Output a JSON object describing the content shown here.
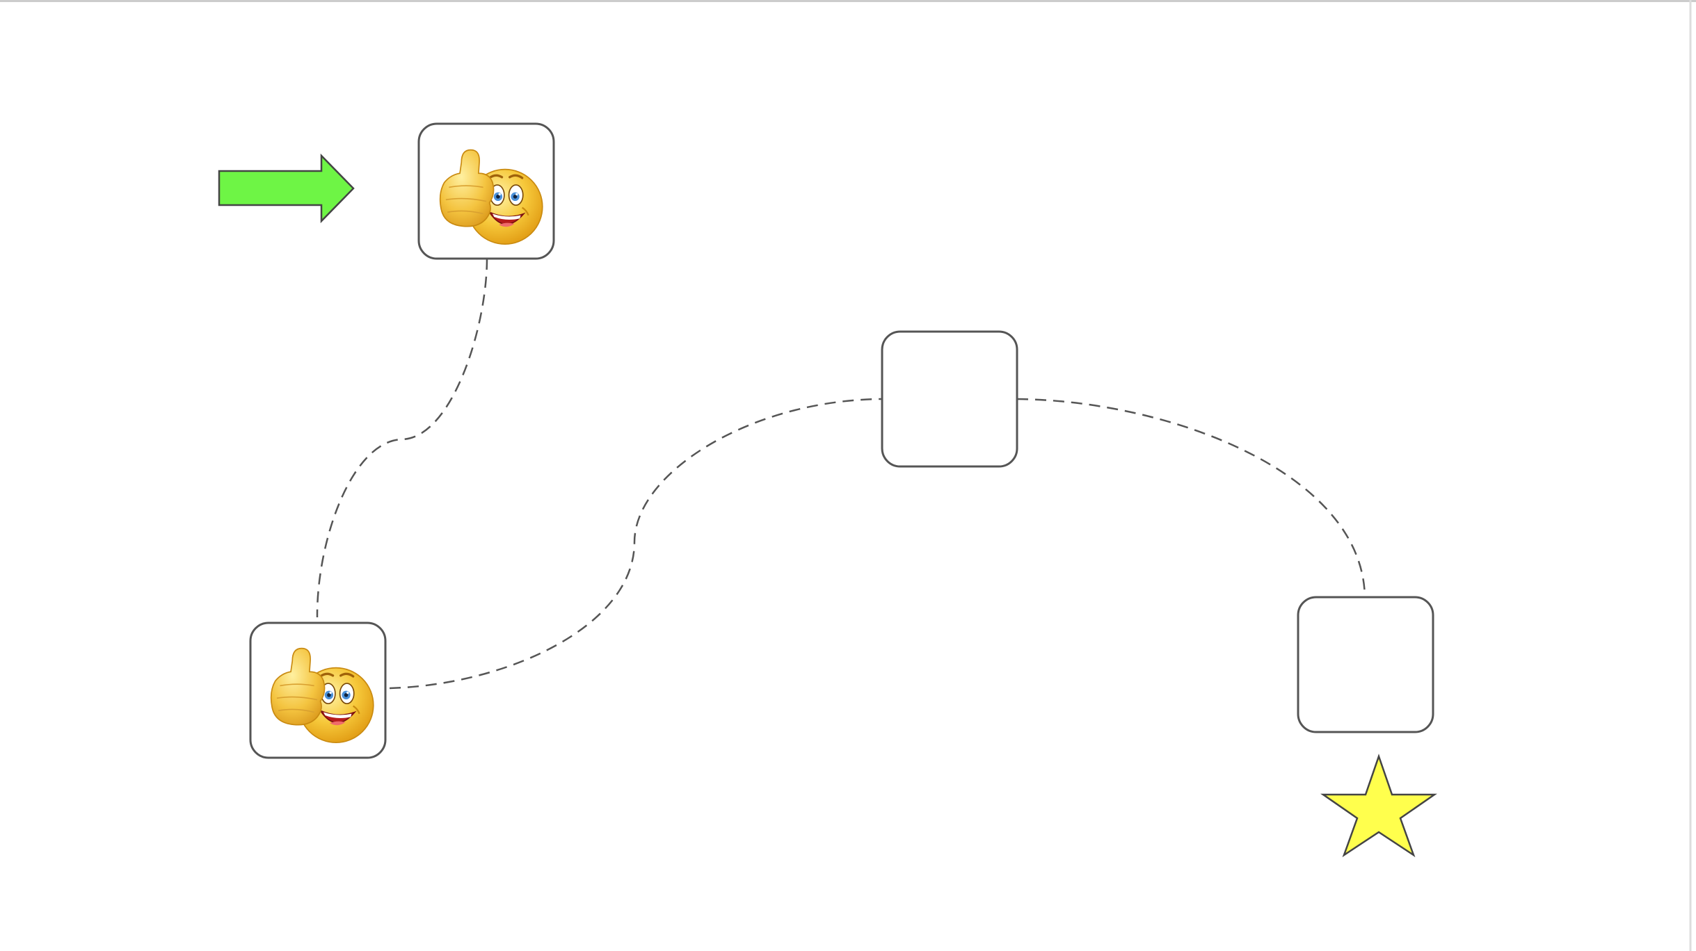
{
  "diagram": {
    "colors": {
      "background": "#ffffff",
      "frame": "#cccccc",
      "node_border": "#555555",
      "connector": "#555555",
      "start_arrow_fill": "#6ef545",
      "goal_star_fill": "#ffff4d",
      "emoji_face": "#f6c83a",
      "emoji_mouth": "#c62828"
    },
    "start_marker": {
      "shape": "right-arrow",
      "icon": "arrow-right-icon"
    },
    "goal_marker": {
      "shape": "five-point-star",
      "icon": "star-icon"
    },
    "nodes": [
      {
        "id": "node-1",
        "icon": "thumbs-up-smiley-icon",
        "visited": true
      },
      {
        "id": "node-2",
        "icon": "thumbs-up-smiley-icon",
        "visited": true
      },
      {
        "id": "node-3",
        "icon": null,
        "visited": false
      },
      {
        "id": "node-4",
        "icon": null,
        "visited": false
      }
    ],
    "connections": [
      {
        "from": "node-1",
        "to": "node-2",
        "style": "dashed"
      },
      {
        "from": "node-2",
        "to": "node-3",
        "style": "dashed"
      },
      {
        "from": "node-3",
        "to": "node-4",
        "style": "dashed"
      }
    ]
  }
}
